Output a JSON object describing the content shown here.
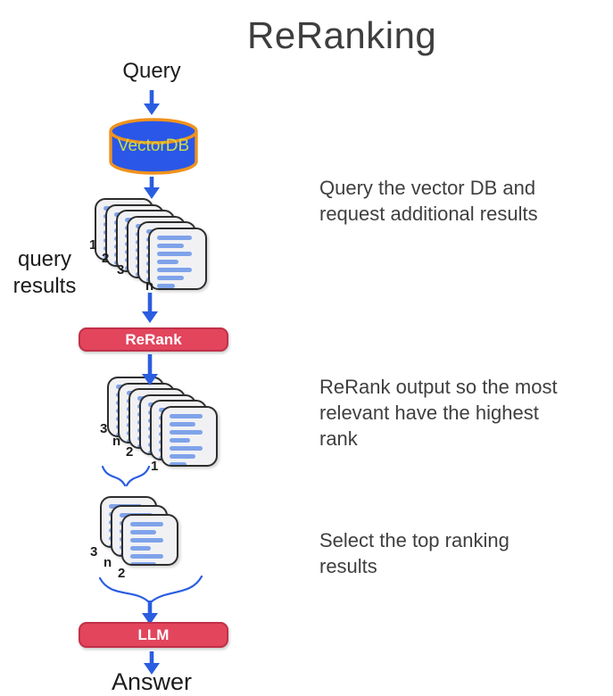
{
  "title": "ReRanking",
  "flow": {
    "query_label": "Query",
    "vectordb_label": "VectorDB",
    "query_results_label": "query results",
    "rerank_label": "ReRank",
    "llm_label": "LLM",
    "answer_label": "Answer"
  },
  "stacks": {
    "query_results": {
      "doc_count": 6,
      "labels": [
        "1",
        "2",
        "3",
        "n"
      ]
    },
    "reranked": {
      "doc_count": 6,
      "labels": [
        "3",
        "n",
        "2",
        "1"
      ]
    },
    "top_ranked": {
      "doc_count": 3,
      "labels": [
        "3",
        "n",
        "2"
      ]
    }
  },
  "annotations": [
    {
      "text": "Query the vector DB and request additional results"
    },
    {
      "text": "ReRank output so the most relevant have the highest rank"
    },
    {
      "text": "Select the top ranking results"
    }
  ],
  "colors": {
    "arrow_blue": "#2a5de0",
    "db_fill": "#2a57e8",
    "db_border": "#f0921e",
    "db_text": "#c8dc4a",
    "button_fill": "#e2455c",
    "button_border": "#c13048",
    "button_text": "#ffffff",
    "doc_line": "#7fa3ea",
    "text_dark": "#3e3e3e"
  }
}
